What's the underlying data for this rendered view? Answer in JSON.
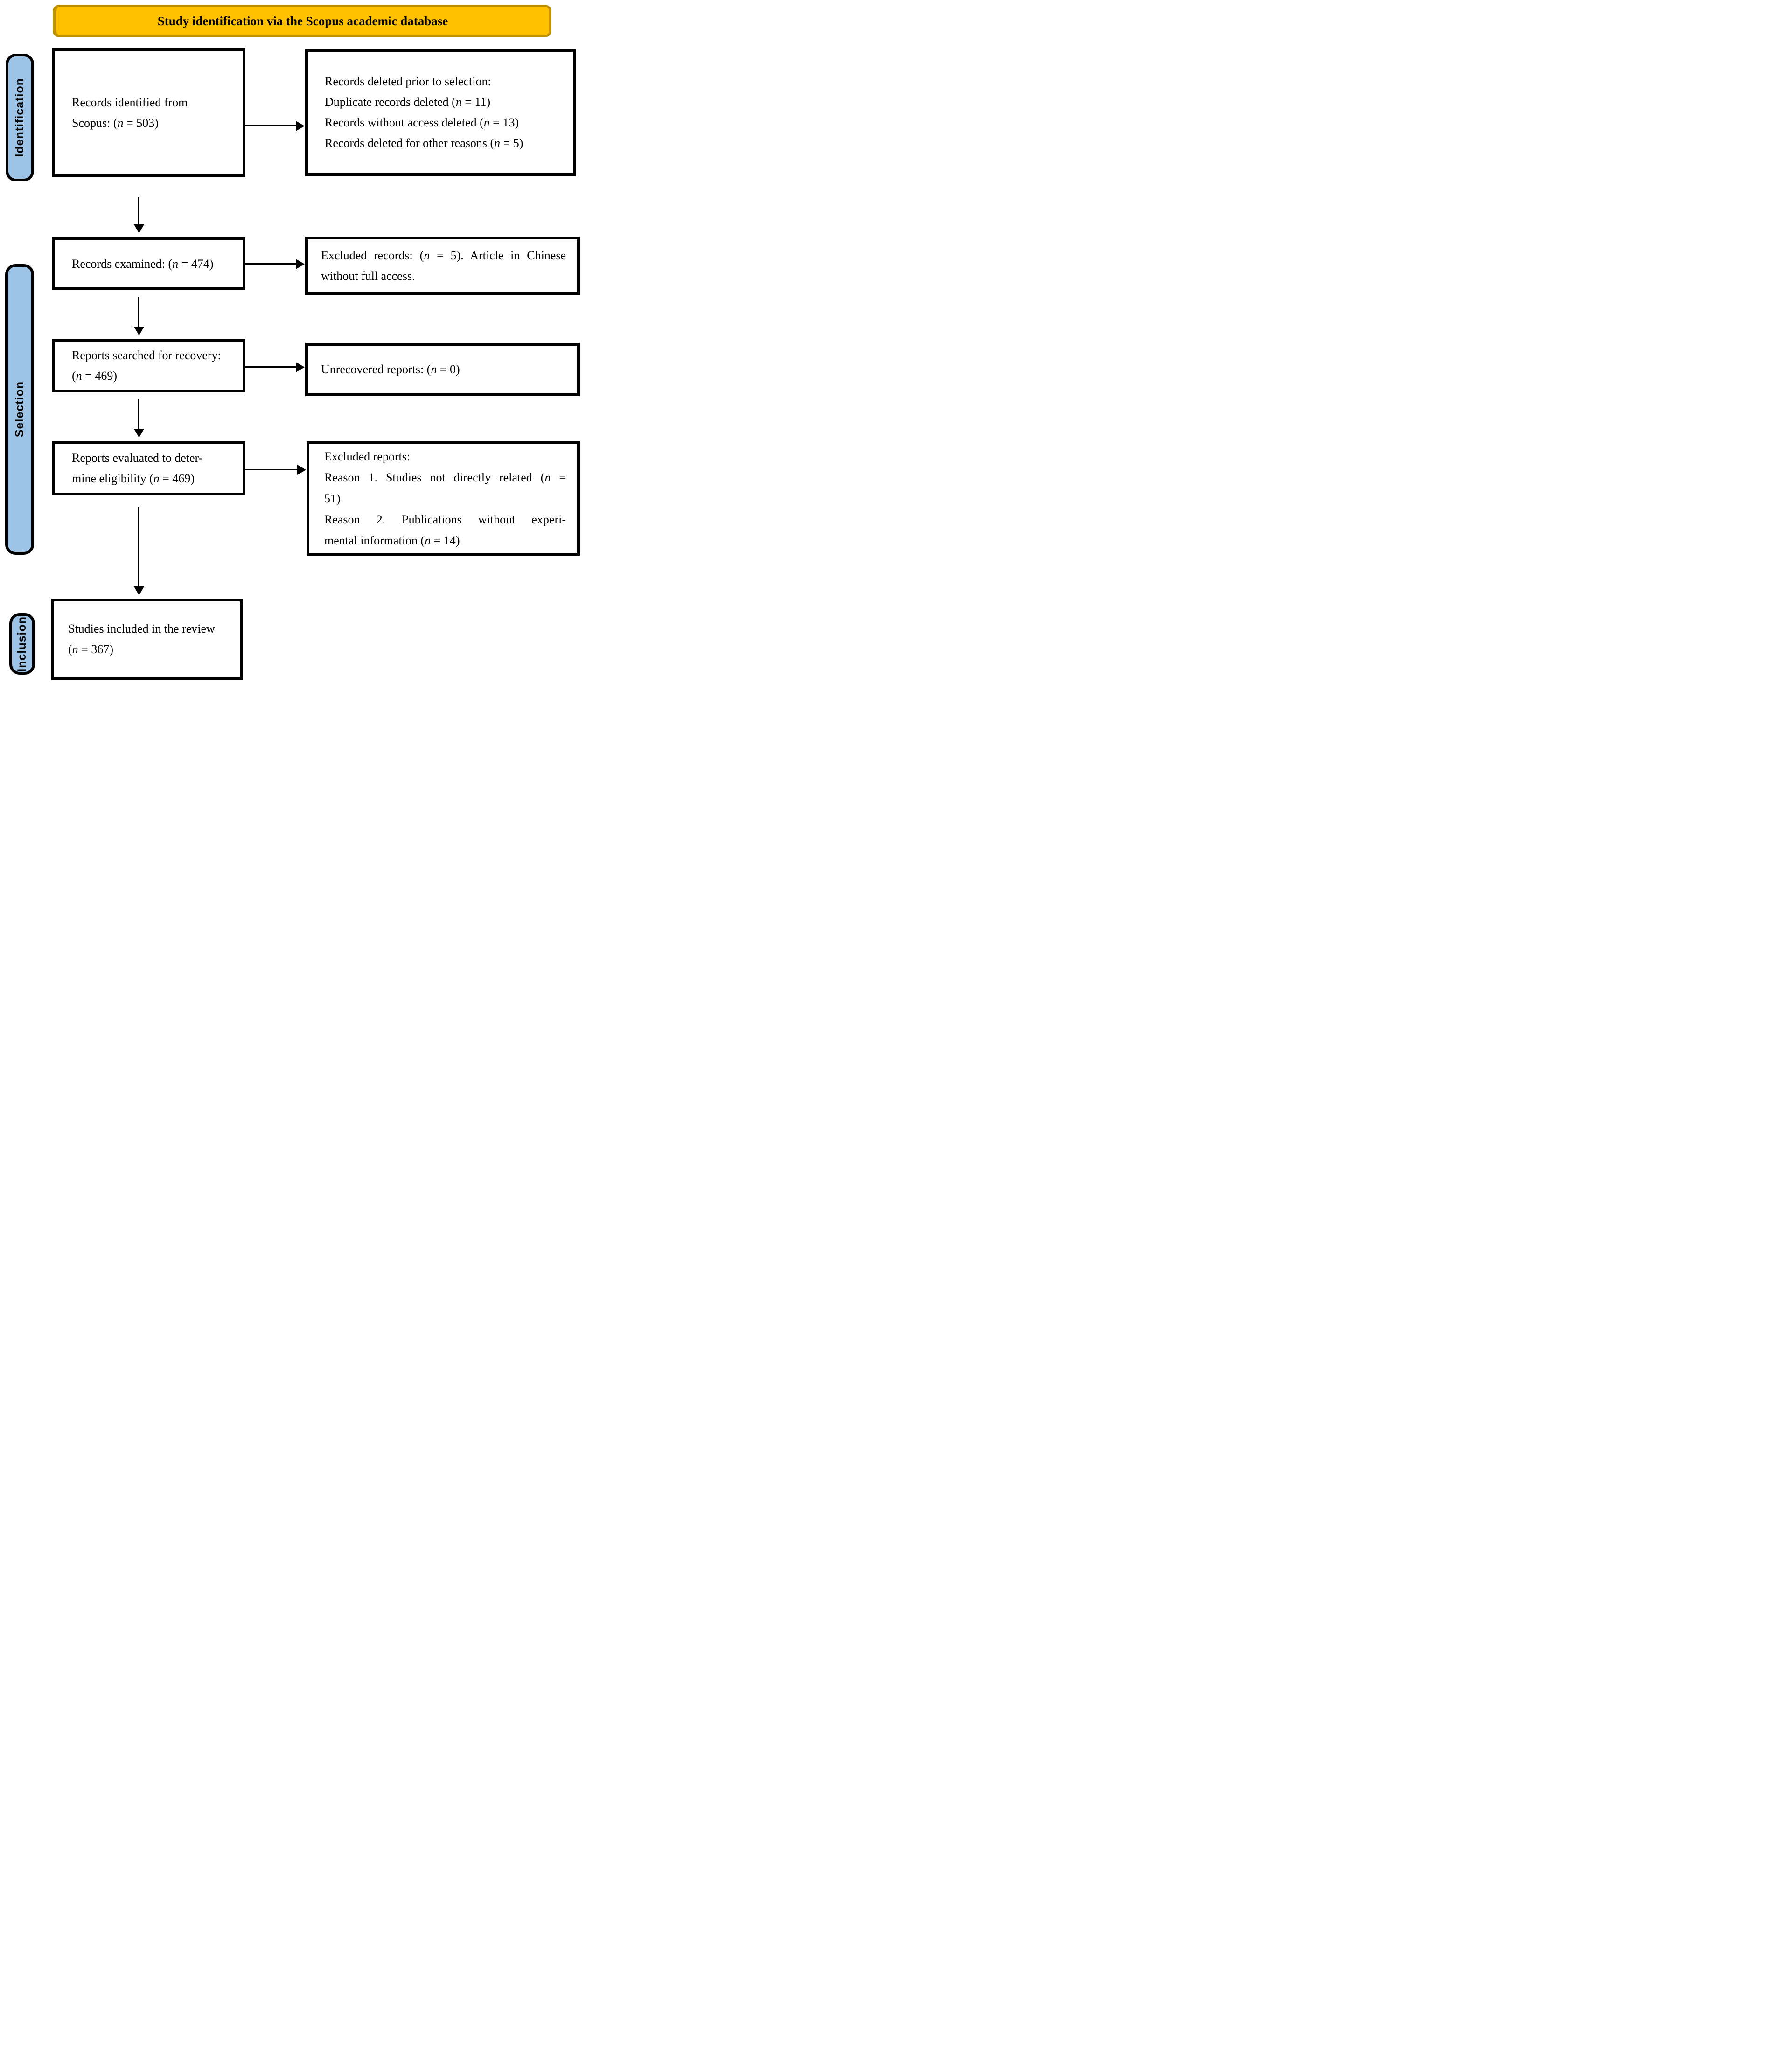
{
  "header": {
    "title": "Study identification via the Scopus academic database"
  },
  "stages": [
    {
      "label": "Identification"
    },
    {
      "label": "Selection"
    },
    {
      "label": "Inclusion"
    }
  ],
  "boxes": {
    "records_identified": {
      "lines": [
        "Records identified from",
        "Scopus: (n = 503)"
      ]
    },
    "records_deleted": {
      "lines": [
        "Records deleted prior to selection:",
        "Duplicate records deleted (n = 11)",
        "Records without access deleted (n = 13)",
        "Records deleted for other reasons (n = 5)"
      ]
    },
    "records_examined": {
      "lines": [
        "Records examined: (n = 474)"
      ]
    },
    "excluded_records": {
      "lines": [
        "Excluded records: (n = 5). Article in Chinese",
        "without full access."
      ]
    },
    "reports_searched": {
      "lines": [
        "Reports searched for recovery:",
        "(n = 469)"
      ]
    },
    "unrecovered_reports": {
      "lines": [
        "Unrecovered reports: (n = 0)"
      ]
    },
    "reports_evaluated": {
      "lines": [
        "Reports evaluated to deter-",
        "mine eligibility (n = 469)"
      ]
    },
    "excluded_reports": {
      "lines": [
        "Excluded reports:",
        "Reason 1. Studies not directly related (n =",
        "51)",
        "Reason 2. Publications without experi-",
        "mental information (n = 14)"
      ]
    },
    "studies_included": {
      "lines": [
        "Studies included in the review",
        "(n = 367)"
      ]
    }
  },
  "colors": {
    "title_fill": "#FFC000",
    "title_border": "#BF9000",
    "stage_fill": "#9DC3E6",
    "line": "#000000"
  }
}
